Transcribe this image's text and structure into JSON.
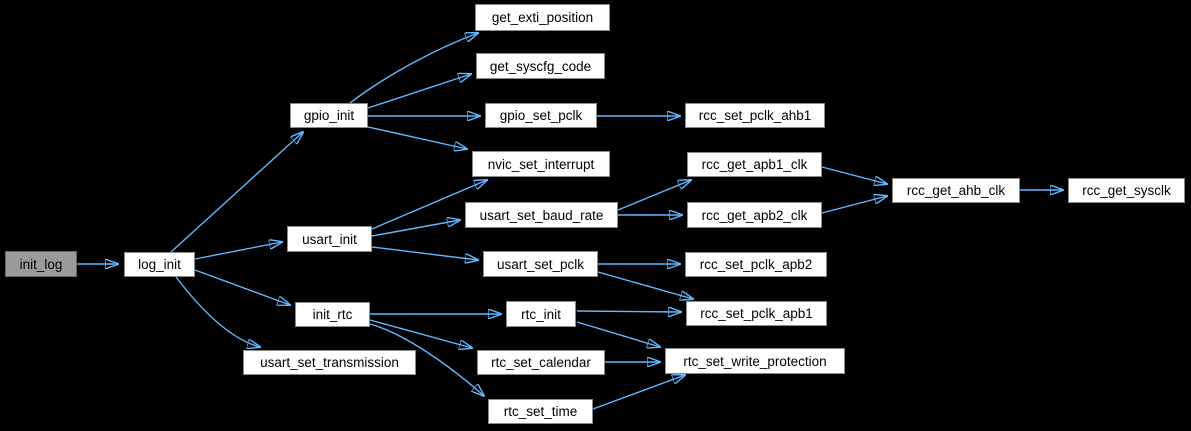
{
  "diagram": {
    "type": "call-graph",
    "colors": {
      "background": "#000000",
      "arrow": "#63b8ff",
      "node_fill": "#ffffff",
      "node_border": "#8a8a8a",
      "focus_node_fill": "#9a9a9a",
      "text": "#000000"
    },
    "nodes": [
      {
        "id": "init_log",
        "label": "init_log",
        "focus": true
      },
      {
        "id": "log_init",
        "label": "log_init"
      },
      {
        "id": "gpio_init",
        "label": "gpio_init"
      },
      {
        "id": "usart_init",
        "label": "usart_init"
      },
      {
        "id": "init_rtc",
        "label": "init_rtc"
      },
      {
        "id": "usart_set_transmission",
        "label": "usart_set_transmission"
      },
      {
        "id": "get_exti_position",
        "label": "get_exti_position"
      },
      {
        "id": "get_syscfg_code",
        "label": "get_syscfg_code"
      },
      {
        "id": "gpio_set_pclk",
        "label": "gpio_set_pclk"
      },
      {
        "id": "nvic_set_interrupt",
        "label": "nvic_set_interrupt"
      },
      {
        "id": "usart_set_baud_rate",
        "label": "usart_set_baud_rate"
      },
      {
        "id": "usart_set_pclk",
        "label": "usart_set_pclk"
      },
      {
        "id": "rtc_init",
        "label": "rtc_init"
      },
      {
        "id": "rtc_set_calendar",
        "label": "rtc_set_calendar"
      },
      {
        "id": "rtc_set_time",
        "label": "rtc_set_time"
      },
      {
        "id": "rcc_set_pclk_ahb1",
        "label": "rcc_set_pclk_ahb1"
      },
      {
        "id": "rcc_get_apb1_clk",
        "label": "rcc_get_apb1_clk"
      },
      {
        "id": "rcc_get_apb2_clk",
        "label": "rcc_get_apb2_clk"
      },
      {
        "id": "rcc_set_pclk_apb2",
        "label": "rcc_set_pclk_apb2"
      },
      {
        "id": "rcc_set_pclk_apb1",
        "label": "rcc_set_pclk_apb1"
      },
      {
        "id": "rtc_set_write_protection",
        "label": "rtc_set_write_protection"
      },
      {
        "id": "rcc_get_ahb_clk",
        "label": "rcc_get_ahb_clk"
      },
      {
        "id": "rcc_get_sysclk",
        "label": "rcc_get_sysclk"
      }
    ],
    "edges": [
      {
        "from": "init_log",
        "to": "log_init"
      },
      {
        "from": "log_init",
        "to": "gpio_init"
      },
      {
        "from": "log_init",
        "to": "usart_init"
      },
      {
        "from": "log_init",
        "to": "init_rtc"
      },
      {
        "from": "log_init",
        "to": "usart_set_transmission"
      },
      {
        "from": "gpio_init",
        "to": "get_exti_position"
      },
      {
        "from": "gpio_init",
        "to": "get_syscfg_code"
      },
      {
        "from": "gpio_init",
        "to": "gpio_set_pclk"
      },
      {
        "from": "gpio_init",
        "to": "nvic_set_interrupt"
      },
      {
        "from": "usart_init",
        "to": "nvic_set_interrupt"
      },
      {
        "from": "usart_init",
        "to": "usart_set_baud_rate"
      },
      {
        "from": "usart_init",
        "to": "usart_set_pclk"
      },
      {
        "from": "gpio_set_pclk",
        "to": "rcc_set_pclk_ahb1"
      },
      {
        "from": "usart_set_baud_rate",
        "to": "rcc_get_apb1_clk"
      },
      {
        "from": "usart_set_baud_rate",
        "to": "rcc_get_apb2_clk"
      },
      {
        "from": "rcc_get_apb1_clk",
        "to": "rcc_get_ahb_clk"
      },
      {
        "from": "rcc_get_apb2_clk",
        "to": "rcc_get_ahb_clk"
      },
      {
        "from": "rcc_get_ahb_clk",
        "to": "rcc_get_sysclk"
      },
      {
        "from": "usart_set_pclk",
        "to": "rcc_set_pclk_apb2"
      },
      {
        "from": "usart_set_pclk",
        "to": "rcc_set_pclk_apb1"
      },
      {
        "from": "init_rtc",
        "to": "rtc_init"
      },
      {
        "from": "init_rtc",
        "to": "rtc_set_calendar"
      },
      {
        "from": "init_rtc",
        "to": "rtc_set_time"
      },
      {
        "from": "rtc_init",
        "to": "rcc_set_pclk_apb1"
      },
      {
        "from": "rtc_init",
        "to": "rtc_set_write_protection"
      },
      {
        "from": "rtc_set_calendar",
        "to": "rtc_set_write_protection"
      },
      {
        "from": "rtc_set_time",
        "to": "rtc_set_write_protection"
      }
    ]
  }
}
